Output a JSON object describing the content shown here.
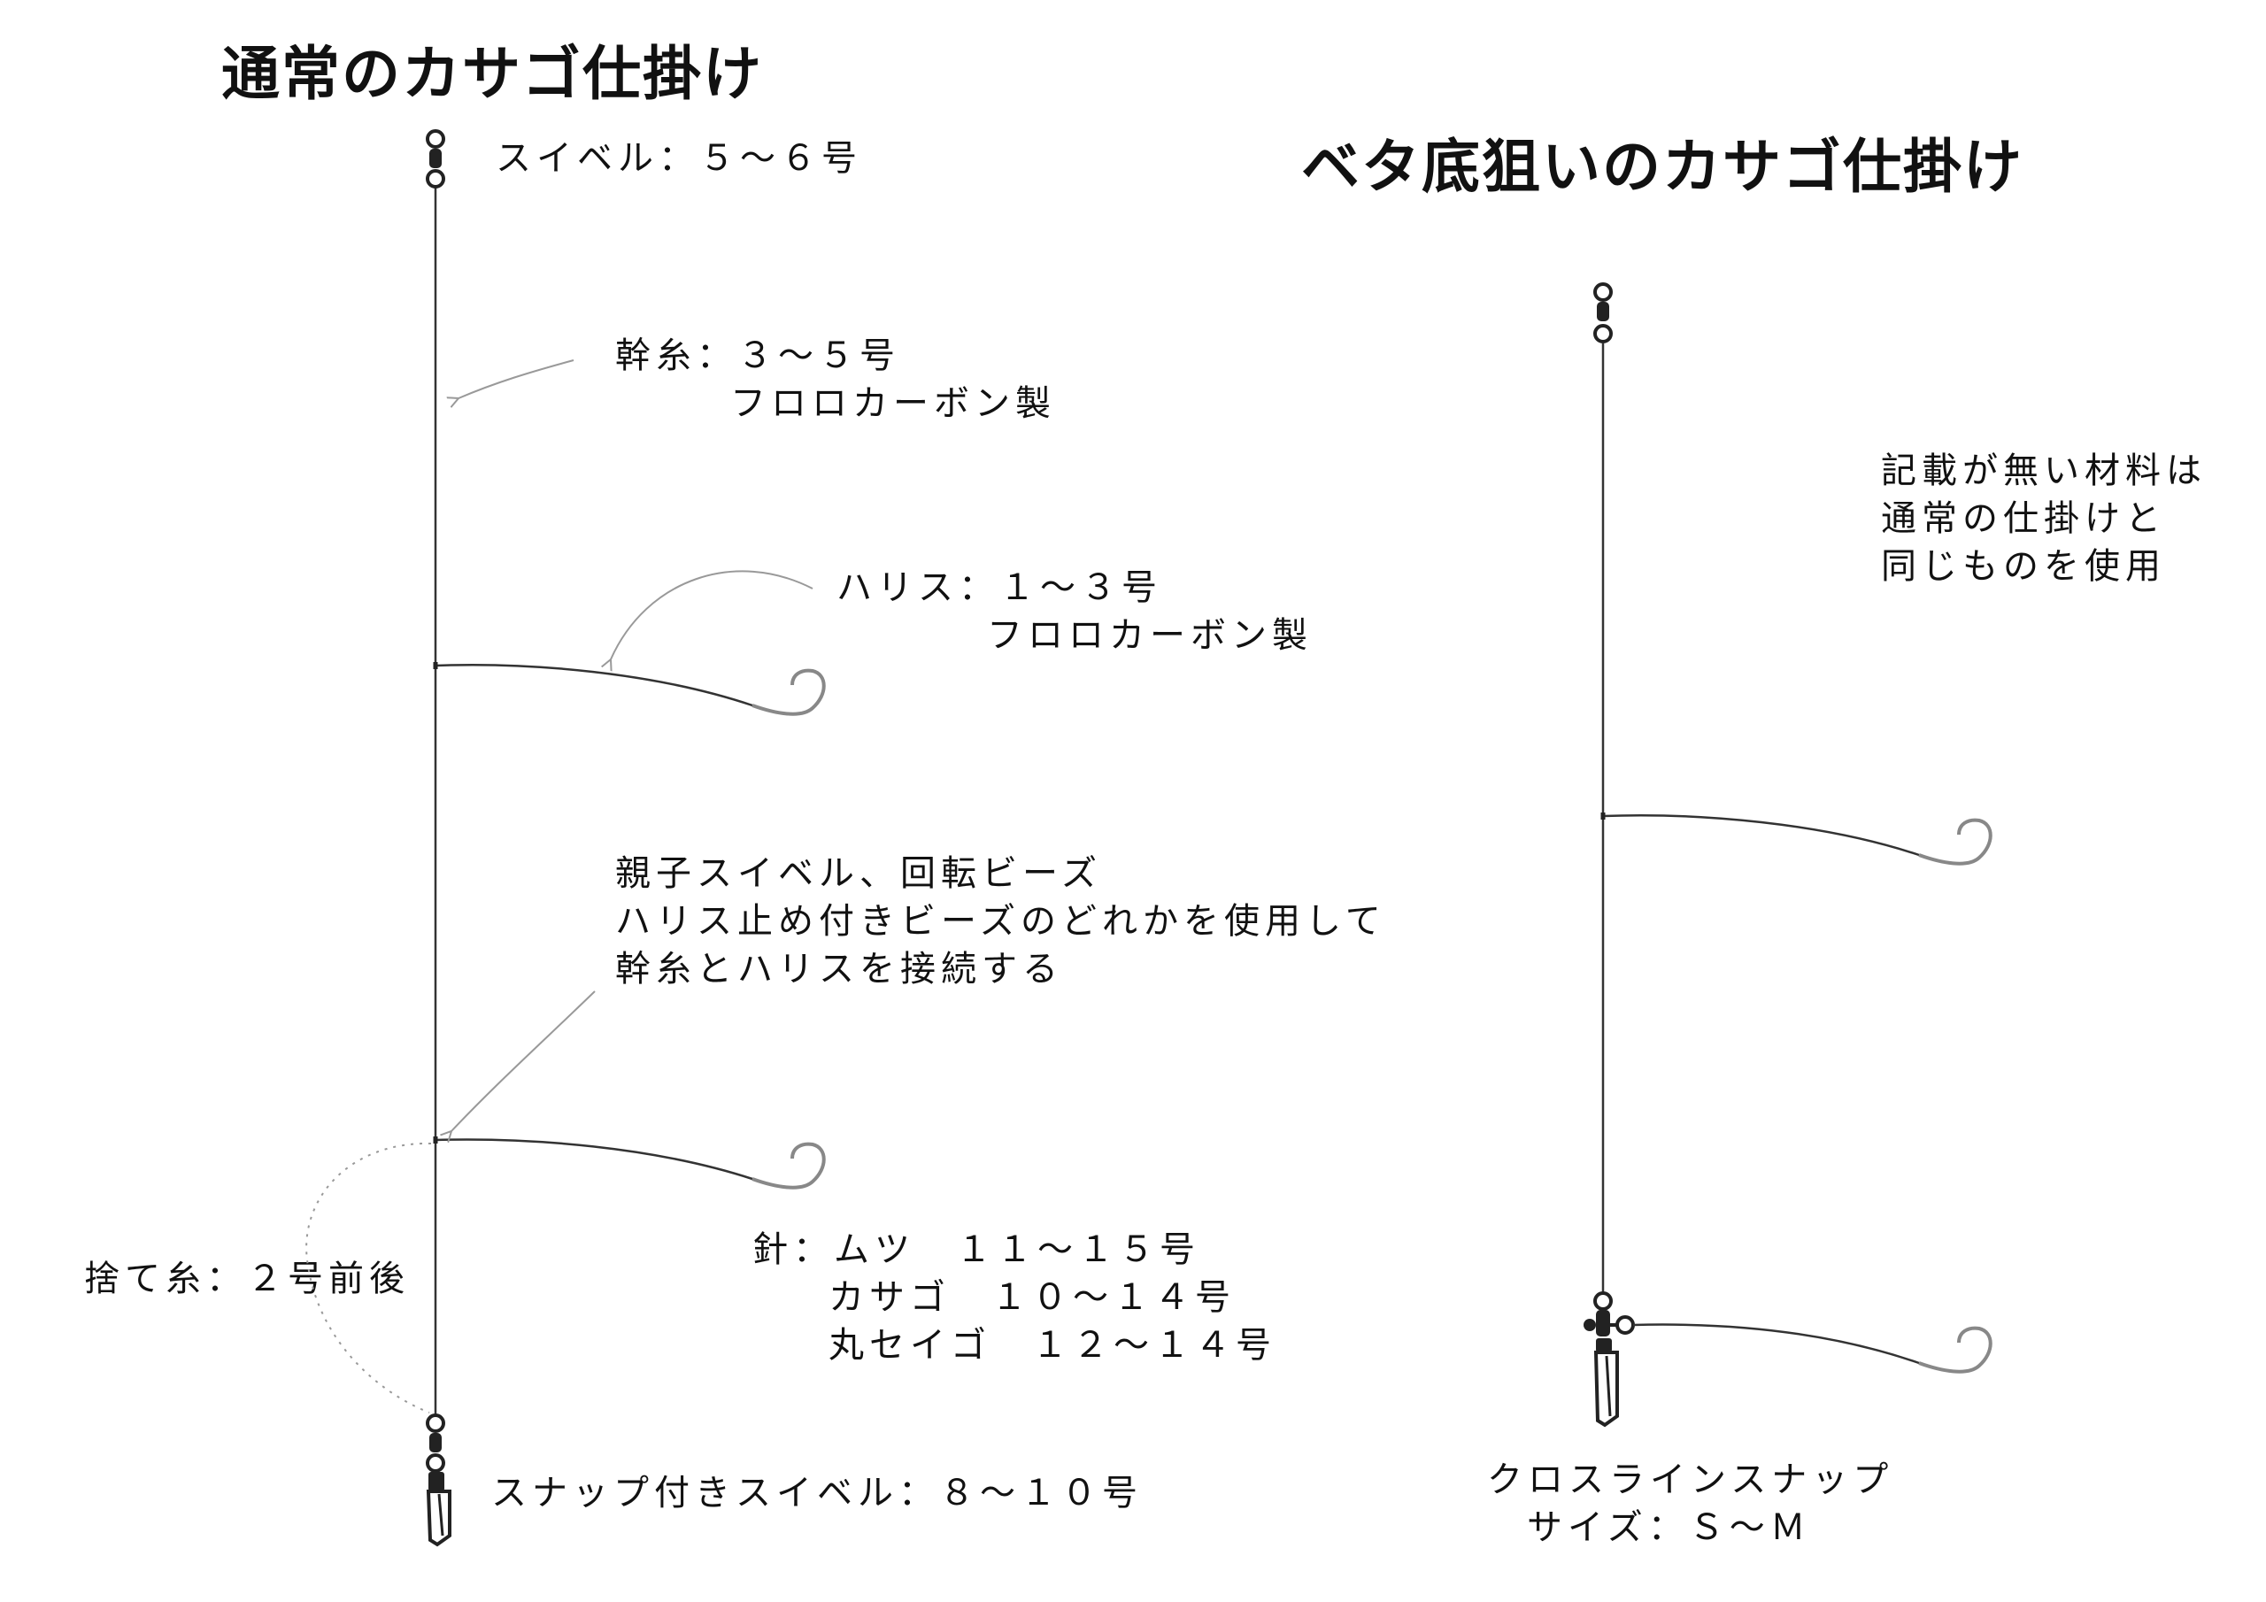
{
  "titles": {
    "normal": "通常のカサゴ仕掛け",
    "beta": "ベタ底狙いのカサゴ仕掛け"
  },
  "labels": {
    "swivel": "スイベル：５～６号",
    "main_line": [
      "幹糸：３～５号",
      "フロロカーボン製"
    ],
    "harisu": [
      "ハリス：１～３号",
      "フロロカーボン製"
    ],
    "connector": [
      "親子スイベル、回転ビーズ",
      "ハリス止め付きビーズのどれかを使用して",
      "幹糸とハリスを接続する"
    ],
    "sute_ito": "捨て糸：２号前後",
    "hook": [
      "針：ムツ　１１～１５号",
      "カサゴ　１０～１４号",
      "丸セイゴ　１２～１４号"
    ],
    "snap_swivel": "スナップ付きスイベル：８～１０号",
    "note": [
      "記載が無い材料は",
      "通常の仕掛けと",
      "同じものを使用"
    ],
    "cross_snap": [
      "クロスラインスナップ",
      "サイズ：Ｓ～Ｍ"
    ]
  },
  "colors": {
    "line": "#333333",
    "hook": "#888888",
    "arrow": "#999999",
    "metal": "#222222"
  }
}
